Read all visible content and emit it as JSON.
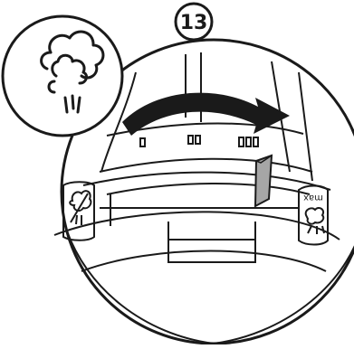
{
  "step": {
    "number": "13"
  },
  "icons": {
    "callout": "steam-cloud-icon",
    "left_switch": "no-steam-icon",
    "right_switch": "max-steam-icon"
  },
  "labels": {
    "max": "max"
  },
  "instruction": {
    "arrow": "rotate-right-arrow",
    "target_setting": "max steam"
  },
  "colors": {
    "line": "#1a1a1a",
    "background": "#ffffff",
    "slider_fill": "#a6a6a6"
  }
}
